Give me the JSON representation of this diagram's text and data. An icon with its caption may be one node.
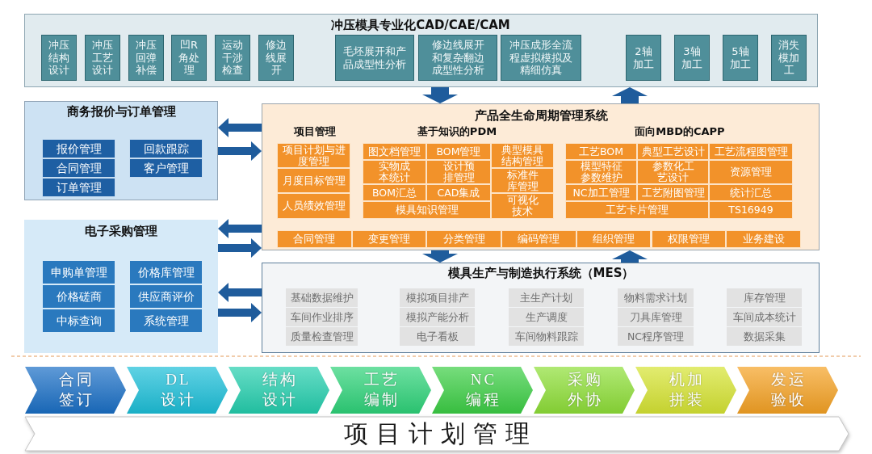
{
  "diagram": {
    "nodes": [
      {
        "text": [
          "冲压模具专业化CAD/CAE/CAM"
        ]
      },
      {
        "text": [
          "冲压结构设计"
        ],
        "in": 0
      },
      {
        "text": [
          "冲压工艺设计"
        ],
        "in": 0
      },
      {
        "text": [
          "冲压回弹补偿"
        ],
        "in": 0
      },
      {
        "text": [
          "凹R角处理"
        ],
        "in": 0
      },
      {
        "text": [
          "运动干涉检查"
        ],
        "in": 0
      },
      {
        "text": [
          "修边线展开"
        ],
        "in": 0
      },
      {
        "text": [
          "毛坯展开和产品成型性分析"
        ],
        "in": 0
      },
      {
        "text": [
          "修边线展开和复杂翻边成型性分析"
        ],
        "in": 0
      },
      {
        "text": [
          "冲压成形全流程虚拟模拟及精细仿真"
        ],
        "in": 0
      },
      {
        "text": [
          "2轴加工"
        ],
        "in": 0
      },
      {
        "text": [
          "3轴加工"
        ],
        "in": 0
      },
      {
        "text": [
          "5轴加工"
        ],
        "in": 0
      },
      {
        "text": [
          "消失模加工"
        ],
        "in": 0
      },
      {
        "text": [
          "商务报价与订单管理"
        ]
      },
      {
        "text": [
          "报价管理"
        ],
        "in": 14
      },
      {
        "text": [
          "回款跟踪"
        ],
        "in": 14
      },
      {
        "text": [
          "合同管理"
        ],
        "in": 14
      },
      {
        "text": [
          "客户管理"
        ],
        "in": 14
      },
      {
        "text": [
          "订单管理"
        ],
        "in": 14
      },
      {
        "text": [
          "电子采购管理"
        ]
      },
      {
        "text": [
          "申购单管理"
        ],
        "in": 20
      },
      {
        "text": [
          "价格库管理"
        ],
        "in": 20
      },
      {
        "text": [
          "价格磋商"
        ],
        "in": 20
      },
      {
        "text": [
          "供应商评价"
        ],
        "in": 20
      },
      {
        "text": [
          "中标查询"
        ],
        "in": 20
      },
      {
        "text": [
          "系统管理"
        ],
        "in": 20
      },
      {
        "text": [
          "产品全生命周期管理系统",
          "项目管理",
          "基于知识的PDM",
          "面向MBD的CAPP"
        ]
      },
      {
        "text": [
          "项目计划与进度管理"
        ],
        "in": 27
      },
      {
        "text": [
          "月度目标管理"
        ],
        "in": 27
      },
      {
        "text": [
          "人员绩效管理"
        ],
        "in": 27
      },
      {
        "text": [
          "图文档管理"
        ],
        "in": 27
      },
      {
        "text": [
          "BOM管理"
        ],
        "in": 27
      },
      {
        "text": [
          "典型模具结构管理"
        ],
        "in": 27
      },
      {
        "text": [
          "实物成本统计"
        ],
        "in": 27
      },
      {
        "text": [
          "设计预排管理"
        ],
        "in": 27
      },
      {
        "text": [
          "标准件库管理"
        ],
        "in": 27
      },
      {
        "text": [
          "BOM汇总"
        ],
        "in": 27
      },
      {
        "text": [
          "CAD集成"
        ],
        "in": 27
      },
      {
        "text": [
          "模具知识管理"
        ],
        "in": 27
      },
      {
        "text": [
          "可视化技术"
        ],
        "in": 27
      },
      {
        "text": [
          "工艺BOM"
        ],
        "in": 27
      },
      {
        "text": [
          "典型工艺设计"
        ],
        "in": 27
      },
      {
        "text": [
          "工艺流程图管理"
        ],
        "in": 27
      },
      {
        "text": [
          "模型特征参数维护"
        ],
        "in": 27
      },
      {
        "text": [
          "参数化工艺设计"
        ],
        "in": 27
      },
      {
        "text": [
          "资源管理"
        ],
        "in": 27
      },
      {
        "text": [
          "NC加工管理"
        ],
        "in": 27
      },
      {
        "text": [
          "工艺附图管理"
        ],
        "in": 27
      },
      {
        "text": [
          "统计汇总"
        ],
        "in": 27
      },
      {
        "text": [
          "工艺卡片管理"
        ],
        "in": 27
      },
      {
        "text": [
          "TS16949"
        ],
        "in": 27
      },
      {
        "text": [
          "合同管理"
        ],
        "in": 27
      },
      {
        "text": [
          "变更管理"
        ],
        "in": 27
      },
      {
        "text": [
          "分类管理"
        ],
        "in": 27
      },
      {
        "text": [
          "编码管理"
        ],
        "in": 27
      },
      {
        "text": [
          "组织管理"
        ],
        "in": 27
      },
      {
        "text": [
          "权限管理"
        ],
        "in": 27
      },
      {
        "text": [
          "业务建设"
        ],
        "in": 27
      },
      {
        "text": [
          "模具生产与制造执行系统（MES）"
        ]
      },
      {
        "text": [
          "基础数据维护"
        ],
        "in": 59
      },
      {
        "text": [
          "模拟项目排产"
        ],
        "in": 59
      },
      {
        "text": [
          "主生产计划"
        ],
        "in": 59
      },
      {
        "text": [
          "物料需求计划"
        ],
        "in": 59
      },
      {
        "text": [
          "库存管理"
        ],
        "in": 59
      },
      {
        "text": [
          "车间作业排序"
        ],
        "in": 59
      },
      {
        "text": [
          "模拟产能分析"
        ],
        "in": 59
      },
      {
        "text": [
          "生产调度"
        ],
        "in": 59
      },
      {
        "text": [
          "刀具库管理"
        ],
        "in": 59
      },
      {
        "text": [
          "车间成本统计"
        ],
        "in": 59
      },
      {
        "text": [
          "质量检查管理"
        ],
        "in": 59
      },
      {
        "text": [
          "电子看板"
        ],
        "in": 59
      },
      {
        "text": [
          "车间物料跟踪"
        ],
        "in": 59
      },
      {
        "text": [
          "NC程序管理"
        ],
        "in": 59
      },
      {
        "text": [
          "数据采集"
        ],
        "in": 59
      },
      {
        "text": [
          "合同签订"
        ]
      },
      {
        "text": [
          "DL设计"
        ]
      },
      {
        "text": [
          "结构设计"
        ]
      },
      {
        "text": [
          "工艺编制"
        ]
      },
      {
        "text": [
          "NC编程"
        ]
      },
      {
        "text": [
          "采购外协"
        ]
      },
      {
        "text": [
          "机加拼装"
        ]
      },
      {
        "text": [
          "发运验收"
        ]
      },
      {
        "text": [
          "项目计划管理"
        ]
      }
    ],
    "edges": [
      {
        "from": 0,
        "to": 27,
        "arrow": "to"
      },
      {
        "from": 27,
        "to": 0,
        "arrow": "to"
      },
      {
        "from": 27,
        "to": 14,
        "arrow": "to"
      },
      {
        "from": 14,
        "to": 27,
        "arrow": "to"
      },
      {
        "from": 27,
        "to": 20,
        "arrow": "to"
      },
      {
        "from": 20,
        "to": 27,
        "arrow": "to"
      },
      {
        "from": 59,
        "to": 20,
        "arrow": "to"
      },
      {
        "from": 20,
        "to": 59,
        "arrow": "to"
      },
      {
        "from": 27,
        "to": 59,
        "arrow": "to"
      },
      {
        "from": 59,
        "to": 27,
        "arrow": "to"
      }
    ]
  }
}
